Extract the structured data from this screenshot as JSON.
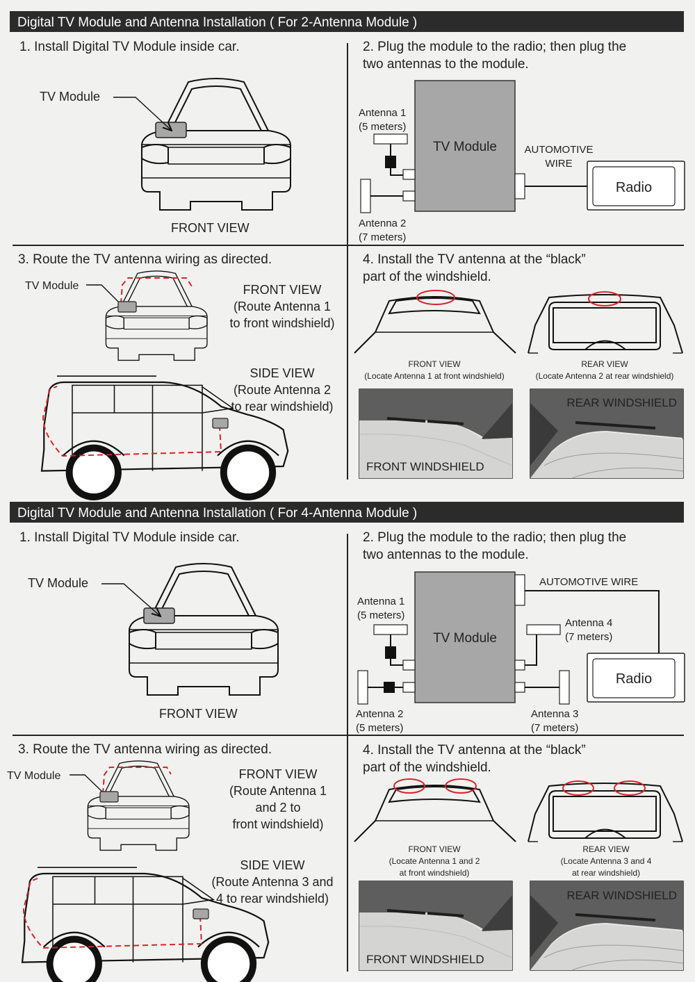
{
  "section1": {
    "header": "Digital TV Module and Antenna Installation ( For 2-Antenna Module )",
    "step1": {
      "title": "1. Install Digital TV Module inside car.",
      "module_label": "TV Module",
      "view_label": "FRONT VIEW"
    },
    "step2": {
      "title_l1": "2. Plug the module to the radio; then plug the",
      "title_l2": "two antennas to the module.",
      "module": "TV Module",
      "radio": "Radio",
      "wire_l1": "AUTOMOTIVE",
      "wire_l2": "WIRE",
      "ant1_l1": "Antenna 1",
      "ant1_l2": "(5 meters)",
      "ant2_l1": "Antenna 2",
      "ant2_l2": "(7 meters)"
    },
    "step3": {
      "title": "3. Route the TV antenna wiring as directed.",
      "module_label": "TV Module",
      "front_l1": "FRONT VIEW",
      "front_l2": "(Route Antenna 1",
      "front_l3": "to front windshield)",
      "side_l1": "SIDE VIEW",
      "side_l2": "(Route Antenna 2",
      "side_l3": "to rear windshield)"
    },
    "step4": {
      "title_l1": "4. Install the TV antenna at the “black”",
      "title_l2": "part of the windshield.",
      "front_cap_l1": "FRONT VIEW",
      "front_cap_l2": "(Locate Antenna 1 at front windshield)",
      "rear_cap_l1": "REAR VIEW",
      "rear_cap_l2": "(Locate Antenna 2 at rear windshield)",
      "photo_front": "FRONT WINDSHIELD",
      "photo_rear": "REAR WINDSHIELD"
    }
  },
  "section2": {
    "header": "Digital TV Module and Antenna Installation ( For 4-Antenna Module )",
    "step1": {
      "title": "1. Install Digital TV Module inside car.",
      "module_label": "TV Module",
      "view_label": "FRONT VIEW"
    },
    "step2": {
      "title_l1": "2. Plug the module to the radio; then plug the",
      "title_l2": "two antennas to the module.",
      "module": "TV Module",
      "radio": "Radio",
      "wire": "AUTOMOTIVE WIRE",
      "ant1_l1": "Antenna 1",
      "ant1_l2": "(5 meters)",
      "ant2_l1": "Antenna 2",
      "ant2_l2": "(5 meters)",
      "ant3_l1": "Antenna 3",
      "ant3_l2": "(7 meters)",
      "ant4_l1": "Antenna 4",
      "ant4_l2": "(7 meters)"
    },
    "step3": {
      "title": "3. Route the TV antenna wiring as directed.",
      "module_label": "TV Module",
      "front_l1": "FRONT VIEW",
      "front_l2": "(Route Antenna 1",
      "front_l3": "and 2 to",
      "front_l4": "front windshield)",
      "side_l1": "SIDE VIEW",
      "side_l2": "(Route Antenna 3 and",
      "side_l3": "4 to rear windshield)"
    },
    "step4": {
      "title_l1": "4. Install the TV antenna at the “black”",
      "title_l2": "part of the windshield.",
      "front_cap_l1": "FRONT VIEW",
      "front_cap_l2": "(Locate Antenna 1 and 2",
      "front_cap_l3": "at front windshield)",
      "rear_cap_l1": "REAR VIEW",
      "rear_cap_l2": "(Locate Antenna 3 and 4",
      "rear_cap_l3": "at rear windshield)",
      "photo_front": "FRONT WINDSHIELD",
      "photo_rear": "REAR WINDSHIELD"
    }
  },
  "colors": {
    "header_bg": "#2b2b2b",
    "module_fill": "#a7a7a7",
    "route_red": "#d3262a"
  }
}
